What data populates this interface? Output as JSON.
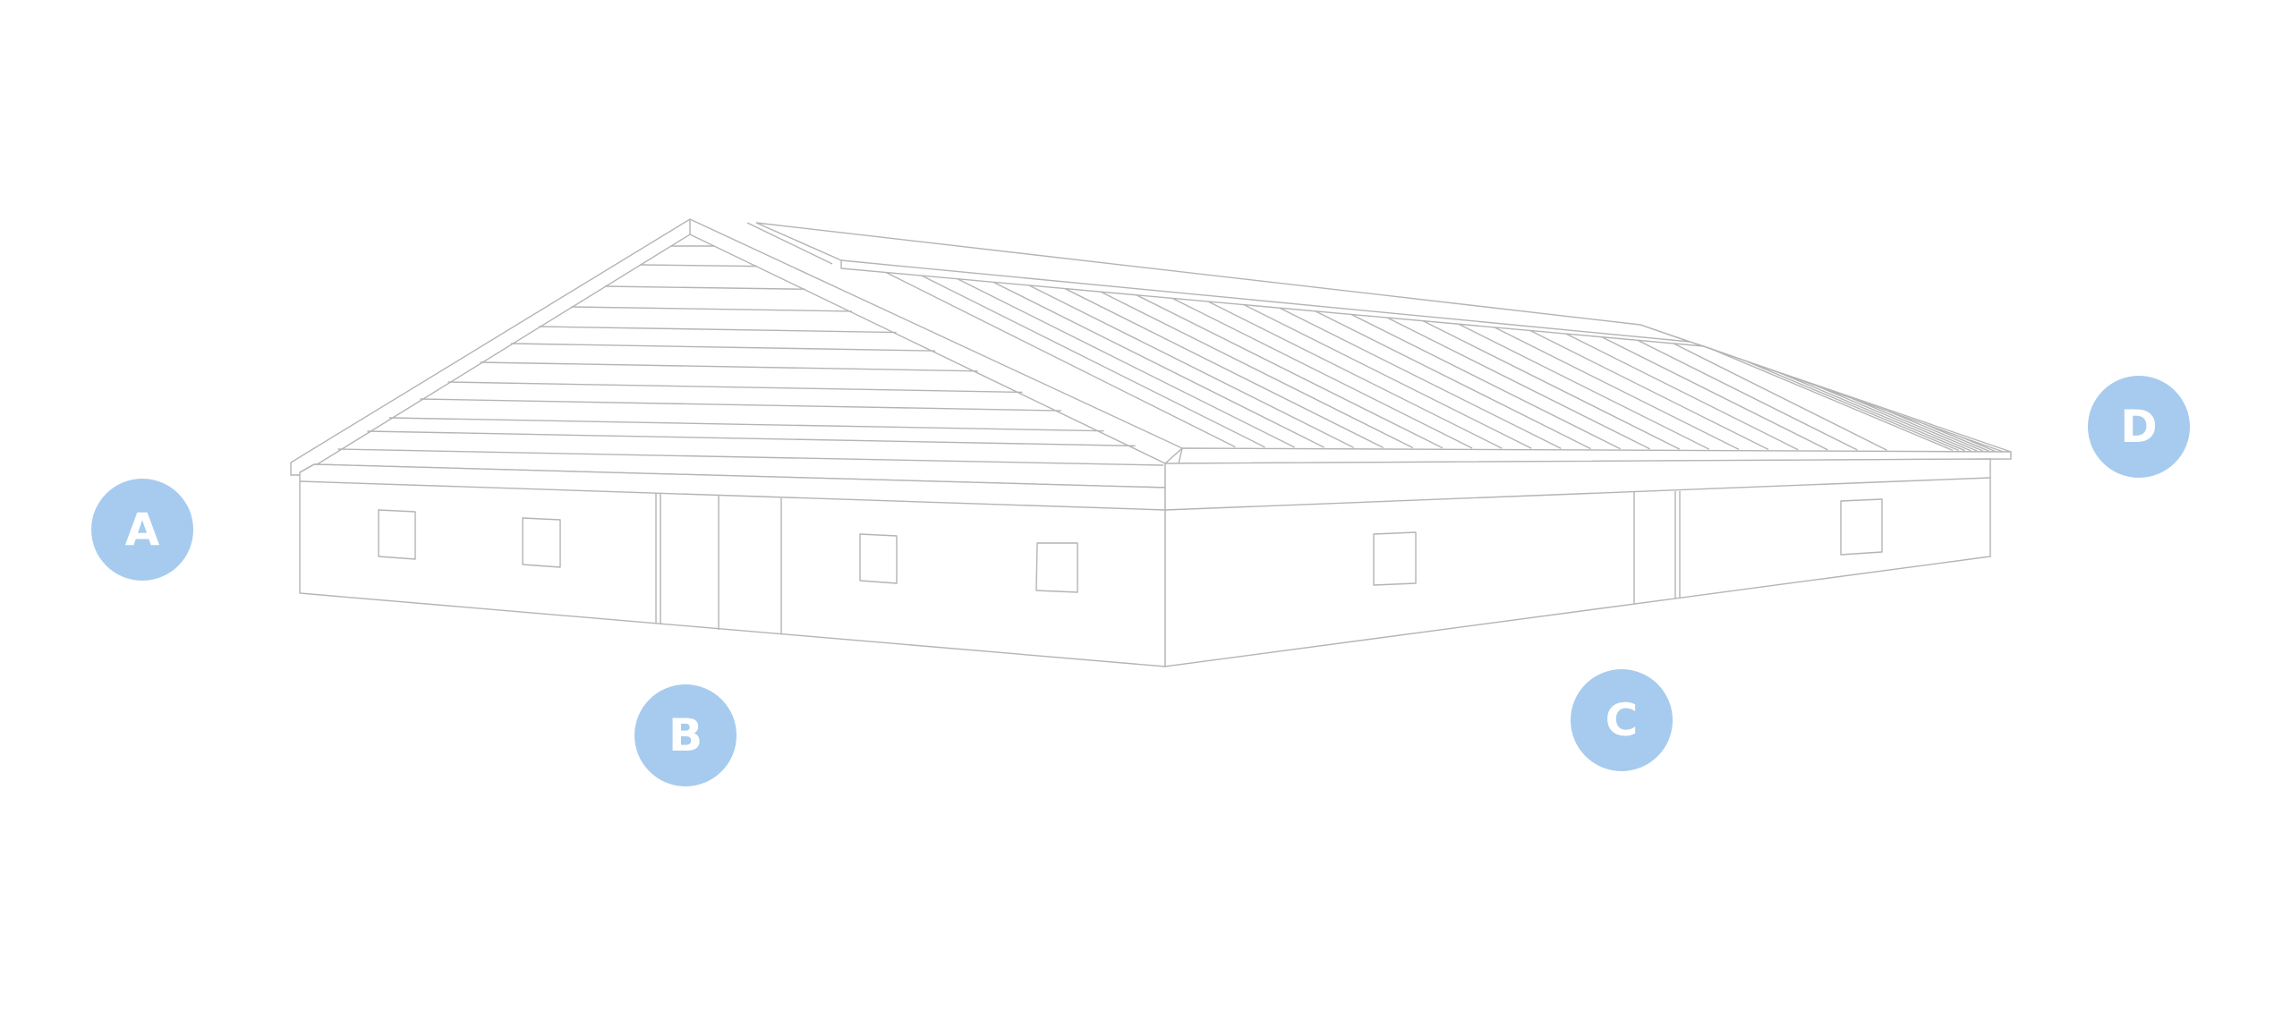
{
  "diagram": {
    "subject": "barn-building-elevation",
    "line_color": "#b4b4b4",
    "marker_color": "#a6cbee",
    "markers": [
      {
        "id": "a",
        "label": "A"
      },
      {
        "id": "b",
        "label": "B"
      },
      {
        "id": "c",
        "label": "C"
      },
      {
        "id": "d",
        "label": "D"
      }
    ]
  }
}
